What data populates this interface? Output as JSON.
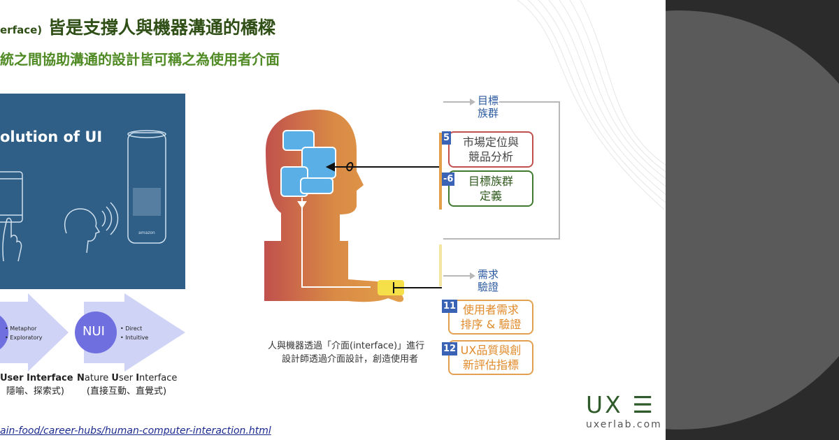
{
  "slide": {
    "title_prefix": "erface)",
    "title_main": " 皆是支撐人與機器溝通的橋樑",
    "subtitle": "統之間協助溝通的設計皆可稱之為使用者介面"
  },
  "photo": {
    "title": "olution of UI",
    "device_brand": "amazon"
  },
  "ui_types": [
    {
      "badge": "",
      "bullets": [
        "• Metaphor",
        "• Exploratory"
      ],
      "caption_bold_1": "",
      "caption_1": "User Interface",
      "caption_line2": "隱喻、探索式)"
    },
    {
      "badge": "NUI",
      "bullets": [
        "• Direct",
        "• Intuitive"
      ],
      "caption_bold_1": "N",
      "caption_1": "ature ",
      "caption_bold_2": "U",
      "caption_2": "ser ",
      "caption_bold_3": "I",
      "caption_3": "nterface",
      "caption_line2": "(直接互動、直覺式)"
    }
  ],
  "diagram_caption": {
    "line1": "人與機器透過「介面(interface)」進行",
    "line2": "設計師透過介面設計，創造使用者"
  },
  "sidebar_groups": [
    {
      "label_line1": "目標",
      "label_line2": "族群",
      "items": [
        {
          "num": "5",
          "line1": "市場定位與",
          "line2": "競品分析",
          "color": "#c0504d"
        },
        {
          "num": "-6",
          "line1": "目標族群",
          "line2": "定義",
          "color": "#3f7a2e"
        }
      ]
    },
    {
      "label_line1": "需求",
      "label_line2": "驗證",
      "items": [
        {
          "num": "11",
          "line1": "使用者需求",
          "line2": "排序 & 驗證",
          "color": "#e3a050"
        },
        {
          "num": "12",
          "line1": "UX品質與創",
          "line2": "新評估指標",
          "color": "#e3a050"
        }
      ]
    }
  ],
  "source_url": "ain-food/career-hubs/human-computer-interaction.html",
  "logo": {
    "mark": "UX ☰",
    "domain": "uxerlab.com"
  }
}
